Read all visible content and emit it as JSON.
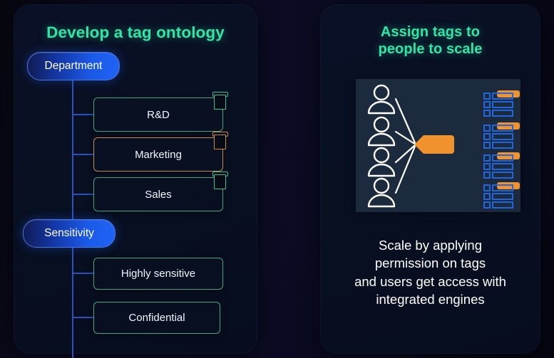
{
  "left_panel": {
    "title": "Develop a tag ontology",
    "title_color": "#2ce8a6",
    "groups": [
      {
        "pill_label": "Department",
        "children": [
          {
            "label": "R&D",
            "accent": "#3fa87e",
            "has_tag_icon": true,
            "tag_icon": "tag-icon"
          },
          {
            "label": "Marketing",
            "accent": "#c98a4e",
            "has_tag_icon": true,
            "tag_icon": "tag-icon"
          },
          {
            "label": "Sales",
            "accent": "#3fa87e",
            "has_tag_icon": true,
            "tag_icon": "tag-icon"
          }
        ]
      },
      {
        "pill_label": "Sensitivity",
        "children": [
          {
            "label": "Highly sensitive",
            "accent": "#3fa87e",
            "has_tag_icon": false
          },
          {
            "label": "Confidential",
            "accent": "#3fa87e",
            "has_tag_icon": false
          }
        ]
      }
    ]
  },
  "right_panel": {
    "title": "Assign tags to\npeople to scale",
    "title_color": "#2ce8a6",
    "illustration": {
      "name": "tags-to-people-diagram",
      "background": "#1b2a3d",
      "person_icon_count": 4,
      "person_icon": "person-icon",
      "center_tag_icon": "tag-icon",
      "center_tag_color": "#f0922e",
      "table_icon": "table-icon",
      "table_icon_count": 4,
      "table_icon_color": "#1f66e0",
      "table_tag_color": "#f0922e"
    },
    "caption": "Scale by applying\npermission on tags\nand users get access with\nintegrated engines"
  },
  "theme": {
    "background": "#0a0a20",
    "panel_background": "#081022",
    "pill_gradient_from": "#101b52",
    "pill_gradient_to": "#1f63f5",
    "branch_line_color": "#2e55c8",
    "accent_green": "#3fa87e",
    "accent_orange": "#c98a4e",
    "accent_teal_text": "#2ce8a6"
  }
}
